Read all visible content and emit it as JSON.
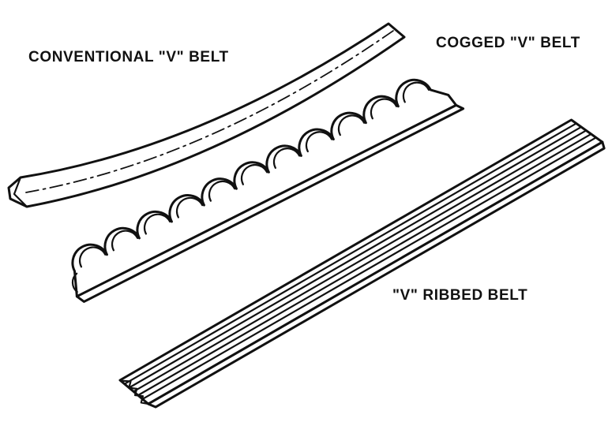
{
  "page": {
    "background": "#ffffff",
    "ink_color": "#111111"
  },
  "labels": {
    "conventional": "CONVENTIONAL \"V\" BELT",
    "cogged": "COGGED \"V\" BELT",
    "ribbed": "\"V\" RIBBED BELT"
  },
  "diagram": {
    "type": "line-art-illustration",
    "items": [
      {
        "name": "conventional-v-belt",
        "style": "smooth curved belt with dash-dot centerline"
      },
      {
        "name": "cogged-v-belt",
        "style": "belt with 11 rounded cogs along upper edge"
      },
      {
        "name": "v-ribbed-belt",
        "style": "straight belt with lengthwise ribs and V-groove end profile"
      }
    ]
  }
}
